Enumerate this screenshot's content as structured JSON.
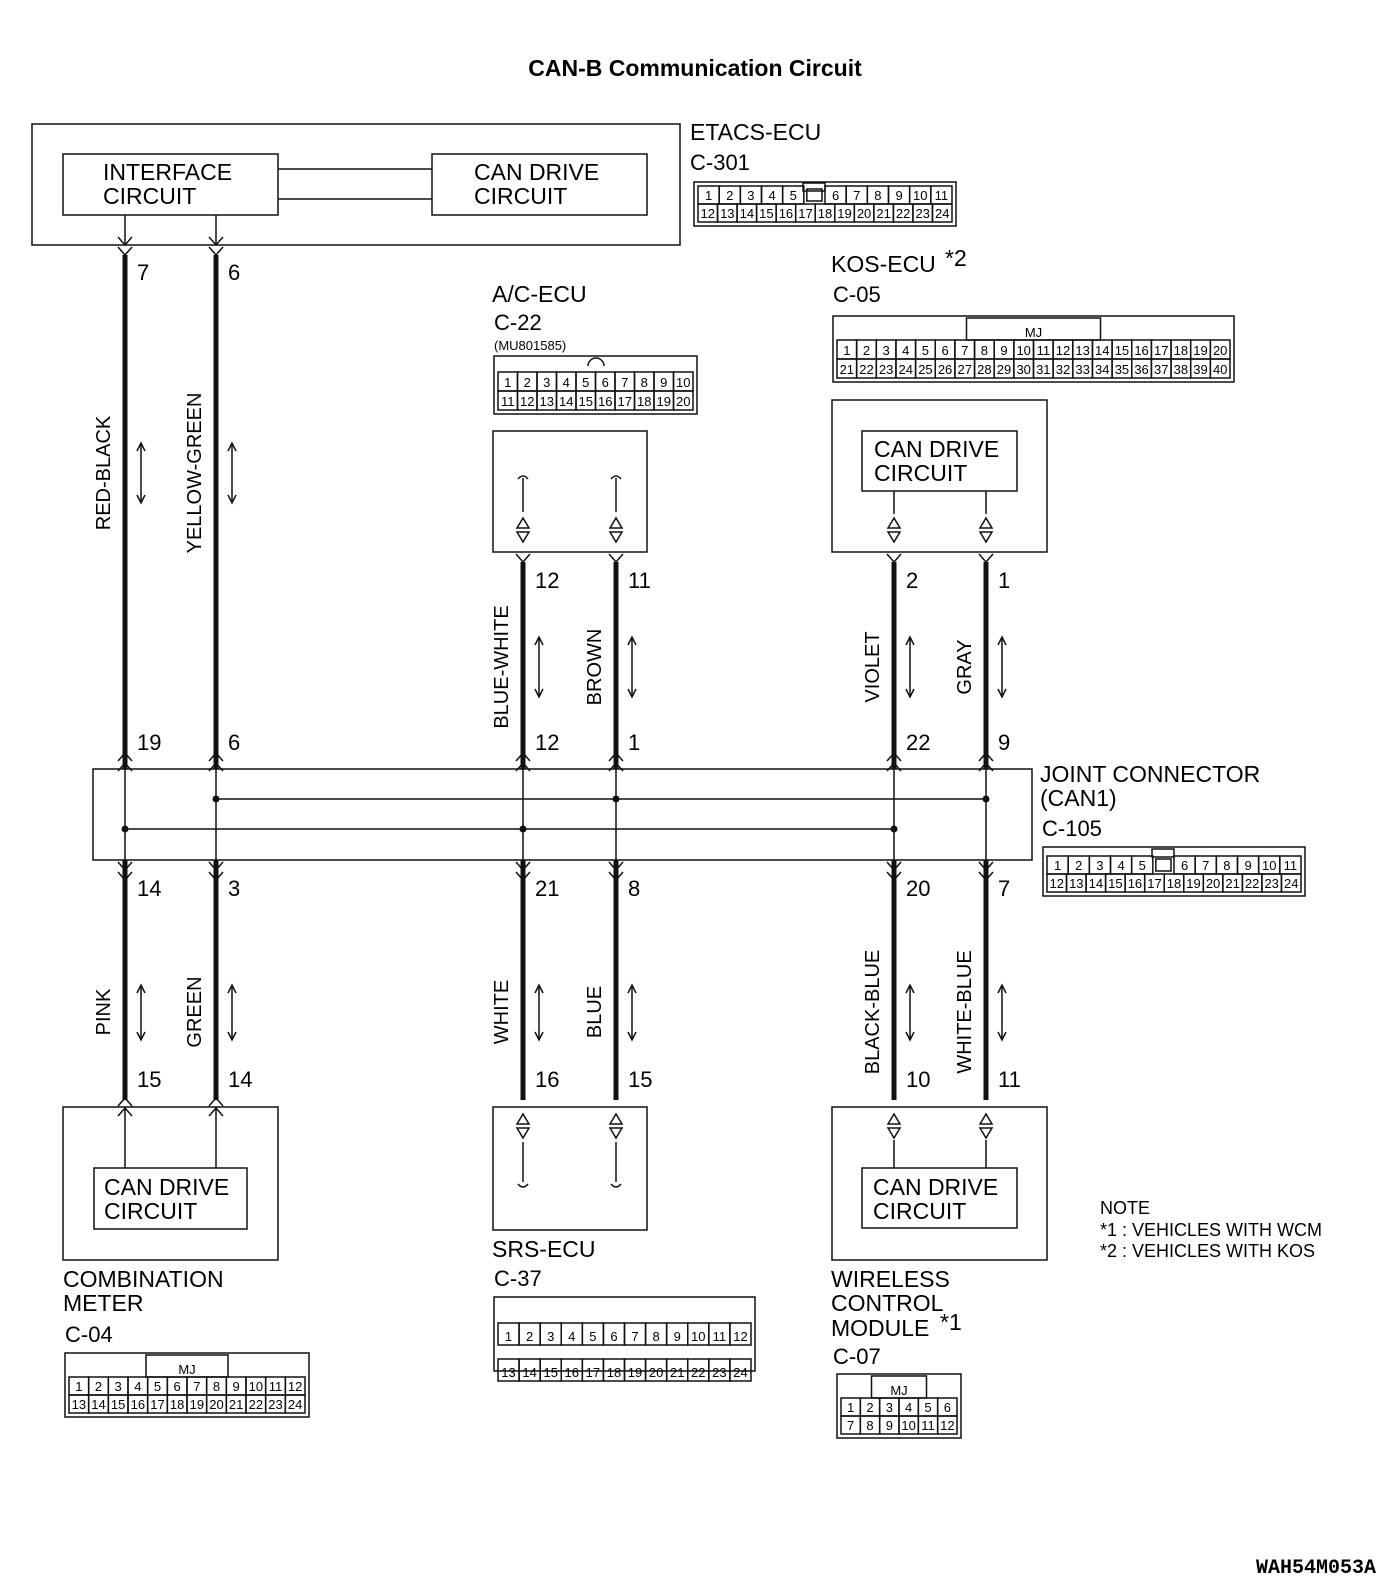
{
  "title": "CAN-B Communication Circuit",
  "etacs": {
    "name": "ETACS-ECU",
    "connector": "C-301",
    "interface_box": [
      "INTERFACE",
      "CIRCUIT"
    ],
    "can_drive_box": [
      "CAN DRIVE",
      "CIRCUIT"
    ],
    "connector_pins": [
      [
        "1",
        "2",
        "3",
        "4",
        "5",
        "",
        "6",
        "7",
        "8",
        "9",
        "10",
        "11"
      ],
      [
        "12",
        "13",
        "14",
        "15",
        "16",
        "17",
        "18",
        "19",
        "20",
        "21",
        "22",
        "23",
        "24"
      ]
    ]
  },
  "ac_ecu": {
    "name": "A/C-ECU",
    "connector": "C-22",
    "part_number": "(MU801585)",
    "connector_pins": [
      [
        "1",
        "2",
        "3",
        "4",
        "5",
        "6",
        "7",
        "8",
        "9",
        "10"
      ],
      [
        "11",
        "12",
        "13",
        "14",
        "15",
        "16",
        "17",
        "18",
        "19",
        "20"
      ]
    ]
  },
  "kos_ecu": {
    "name": "KOS-ECU",
    "note_mark": "*2",
    "connector": "C-05",
    "connector_tag": "MJ",
    "box": [
      "CAN DRIVE",
      "CIRCUIT"
    ],
    "connector_pins": [
      [
        "1",
        "2",
        "3",
        "4",
        "5",
        "6",
        "7",
        "8",
        "9",
        "10",
        "11",
        "12",
        "13",
        "14",
        "15",
        "16",
        "17",
        "18",
        "19",
        "20"
      ],
      [
        "21",
        "22",
        "23",
        "24",
        "25",
        "26",
        "27",
        "28",
        "29",
        "30",
        "31",
        "32",
        "33",
        "34",
        "35",
        "36",
        "37",
        "38",
        "39",
        "40"
      ]
    ]
  },
  "joint_connector": {
    "name": [
      "JOINT CONNECTOR",
      "(CAN1)"
    ],
    "connector": "C-105",
    "connector_pins": [
      [
        "1",
        "2",
        "3",
        "4",
        "5",
        "",
        "6",
        "7",
        "8",
        "9",
        "10",
        "11"
      ],
      [
        "12",
        "13",
        "14",
        "15",
        "16",
        "17",
        "18",
        "19",
        "20",
        "21",
        "22",
        "23",
        "24"
      ]
    ]
  },
  "combination_meter": {
    "name": [
      "COMBINATION",
      "METER"
    ],
    "connector": "C-04",
    "connector_tag": "MJ",
    "box": [
      "CAN DRIVE",
      "CIRCUIT"
    ],
    "connector_pins": [
      [
        "1",
        "2",
        "3",
        "4",
        "5",
        "6",
        "7",
        "8",
        "9",
        "10",
        "11",
        "12"
      ],
      [
        "13",
        "14",
        "15",
        "16",
        "17",
        "18",
        "19",
        "20",
        "21",
        "22",
        "23",
        "24"
      ]
    ]
  },
  "srs_ecu": {
    "name": "SRS-ECU",
    "connector": "C-37",
    "connector_pins": [
      [
        "1",
        "2",
        "3",
        "4",
        "5",
        "6",
        "7",
        "8",
        "9",
        "10",
        "11",
        "12"
      ],
      [
        "13",
        "14",
        "15",
        "16",
        "17",
        "18",
        "19",
        "20",
        "21",
        "22",
        "23",
        "24"
      ]
    ]
  },
  "wcm": {
    "name": [
      "WIRELESS",
      "CONTROL",
      "MODULE"
    ],
    "note_mark": "*1",
    "connector": "C-07",
    "connector_tag": "MJ",
    "box": [
      "CAN DRIVE",
      "CIRCUIT"
    ],
    "connector_pins": [
      [
        "1",
        "2",
        "3",
        "4",
        "5",
        "6"
      ],
      [
        "7",
        "8",
        "9",
        "10",
        "11",
        "12"
      ]
    ]
  },
  "wires_upper": [
    {
      "color": "RED-BLACK",
      "pin_top": "7",
      "pin_bottom": "19"
    },
    {
      "color": "YELLOW-GREEN",
      "pin_top": "6",
      "pin_bottom": "6"
    },
    {
      "color": "BLUE-WHITE",
      "pin_top": "12",
      "pin_bottom": "12"
    },
    {
      "color": "BROWN",
      "pin_top": "11",
      "pin_bottom": "1"
    },
    {
      "color": "VIOLET",
      "pin_top": "2",
      "pin_bottom": "22"
    },
    {
      "color": "GRAY",
      "pin_top": "1",
      "pin_bottom": "9"
    }
  ],
  "wires_lower": [
    {
      "color": "PINK",
      "pin_top": "14",
      "pin_bottom": "15"
    },
    {
      "color": "GREEN",
      "pin_top": "3",
      "pin_bottom": "14"
    },
    {
      "color": "WHITE",
      "pin_top": "21",
      "pin_bottom": "16"
    },
    {
      "color": "BLUE",
      "pin_top": "8",
      "pin_bottom": "15"
    },
    {
      "color": "BLACK-BLUE",
      "pin_top": "20",
      "pin_bottom": "10"
    },
    {
      "color": "WHITE-BLUE",
      "pin_top": "7",
      "pin_bottom": "11"
    }
  ],
  "note": {
    "heading": "NOTE",
    "lines": [
      "*1 : VEHICLES WITH WCM",
      "*2 : VEHICLES WITH KOS"
    ]
  },
  "figure_id": "WAH54M053A"
}
